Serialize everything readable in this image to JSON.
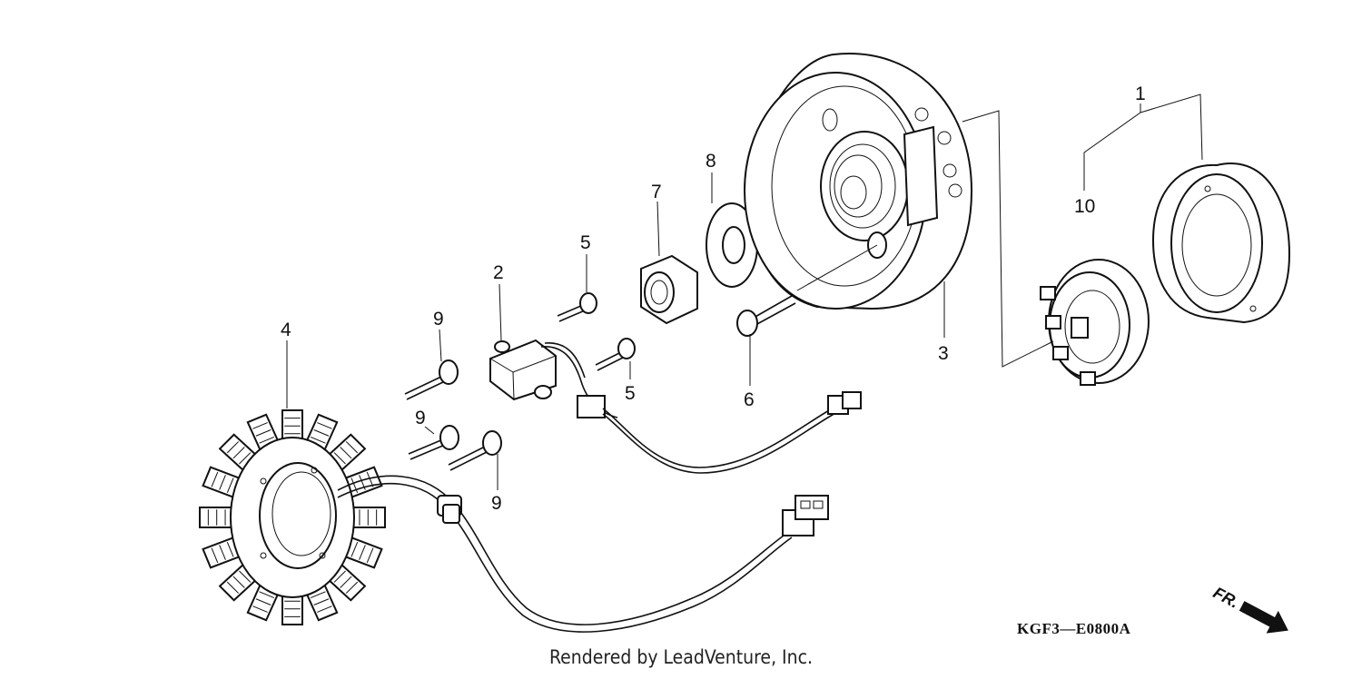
{
  "callouts": {
    "p1": "1",
    "p2": "2",
    "p3": "3",
    "p4": "4",
    "p5a": "5",
    "p5b": "5",
    "p6": "6",
    "p7": "7",
    "p8": "8",
    "p9a": "9",
    "p9b": "9",
    "p9c": "9",
    "p10": "10"
  },
  "diagram_code": "KGF3—E0800A",
  "front_indicator": "FR.",
  "footer": "Rendered by LeadVenture, Inc."
}
